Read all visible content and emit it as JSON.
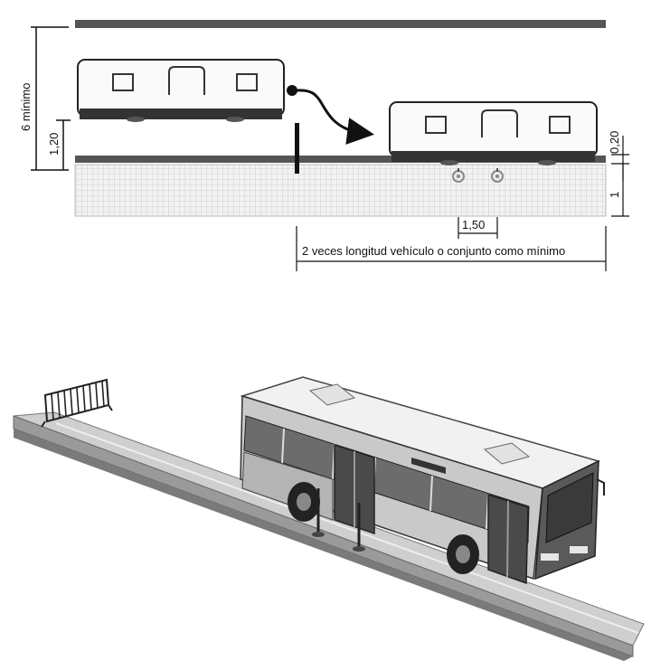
{
  "top_diagram": {
    "dimensions": {
      "height_total": "6 mínimo",
      "height_platform": "1,20",
      "kerb_height": "0,20",
      "band_depth": "1",
      "spacing": "1,50",
      "length_note": "2 veces longitud vehículo o conjunto como mínimo"
    }
  },
  "bottom_illustration": {}
}
